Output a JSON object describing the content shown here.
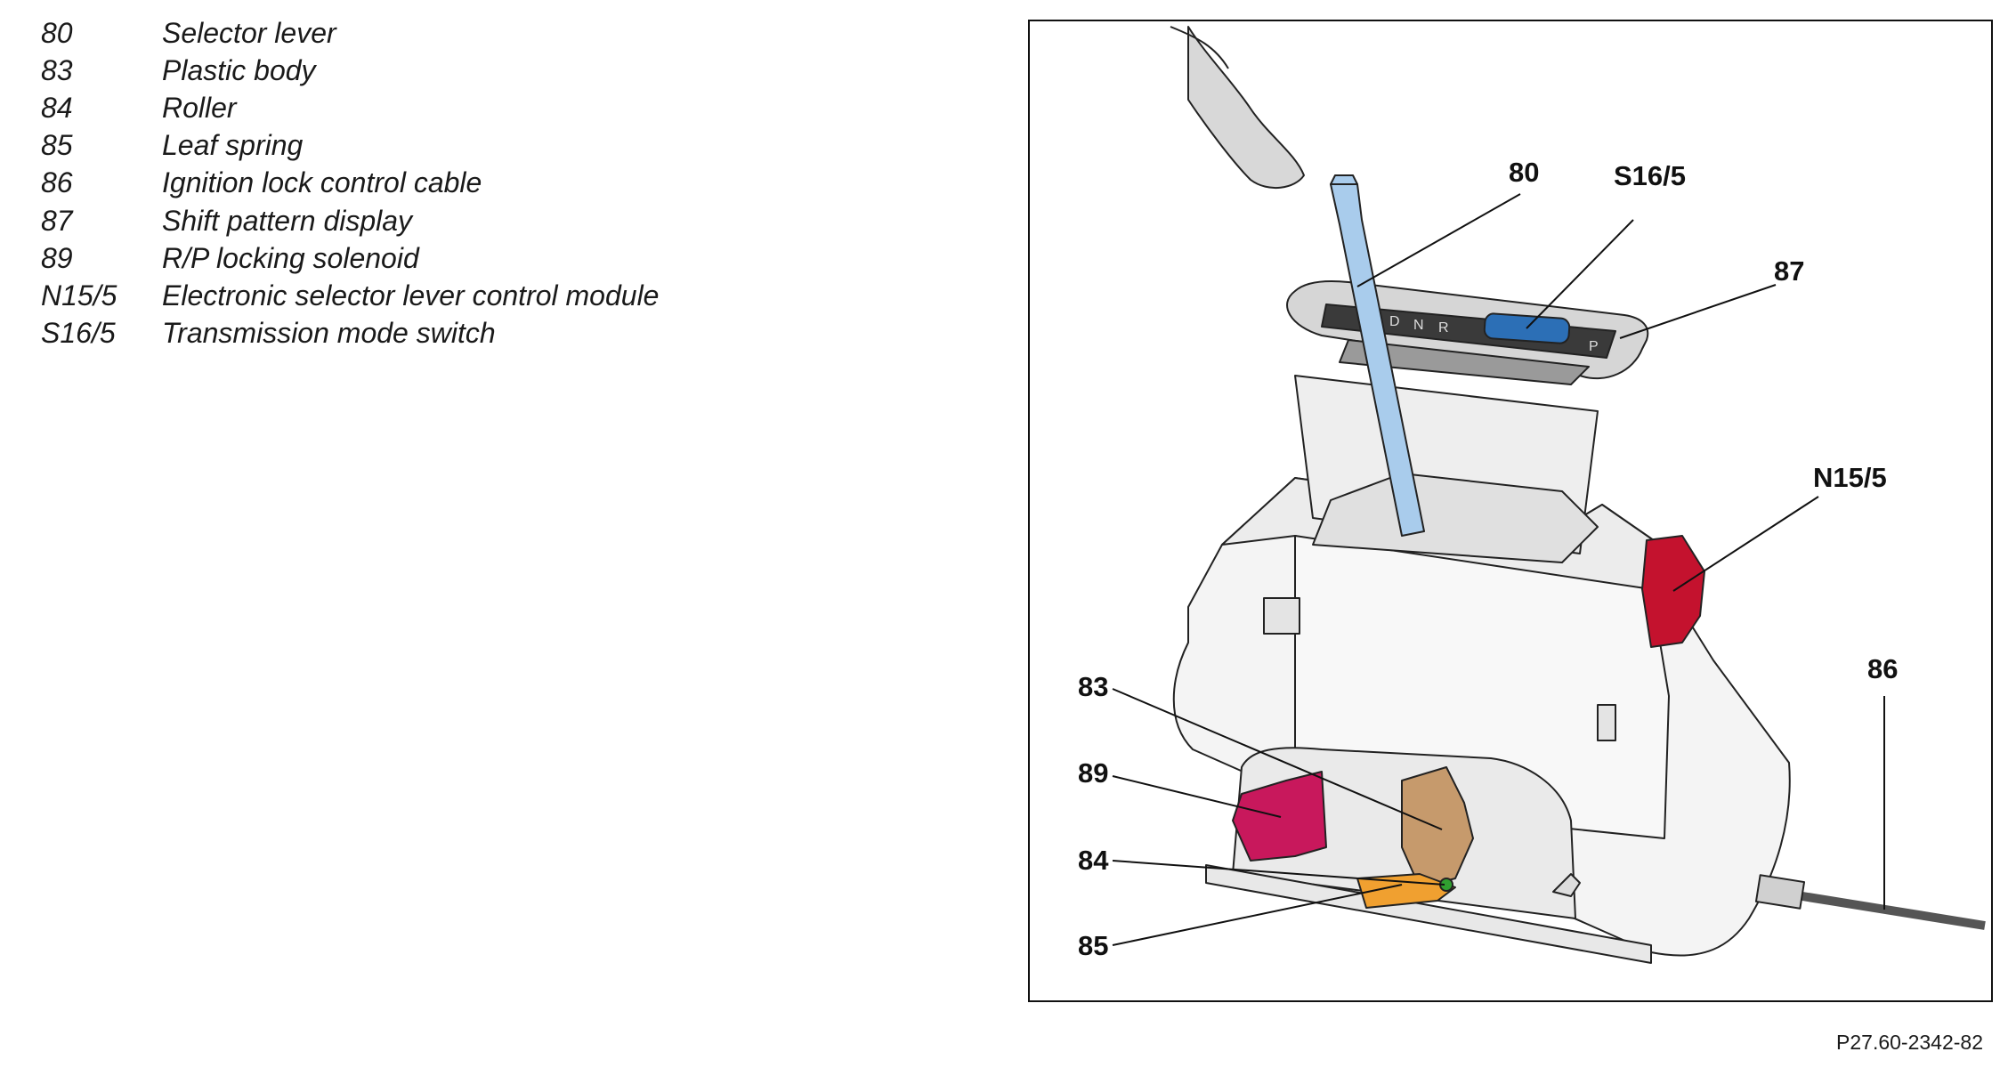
{
  "legend": [
    {
      "num": "80",
      "text": "Selector lever"
    },
    {
      "num": "83",
      "text": "Plastic body"
    },
    {
      "num": "84",
      "text": "Roller"
    },
    {
      "num": "85",
      "text": "Leaf spring"
    },
    {
      "num": "86",
      "text": "Ignition lock control cable"
    },
    {
      "num": "87",
      "text": "Shift pattern display"
    },
    {
      "num": "89",
      "text": "R/P locking solenoid"
    },
    {
      "num": "N15/5",
      "text": "Electronic selector lever control module"
    },
    {
      "num": "S16/5",
      "text": "Transmission mode switch"
    }
  ],
  "callouts": {
    "c80": "80",
    "cS16": "S16/5",
    "c87": "87",
    "cN15": "N15/5",
    "c86": "86",
    "c83": "83",
    "c89": "89",
    "c84": "84",
    "c85": "85"
  },
  "gear_letters": {
    "d": "D",
    "n": "N",
    "r": "R",
    "p": "P"
  },
  "figure_ref": "P27.60-2342-82",
  "colors": {
    "selector_lever": "#a9ccec",
    "mode_switch": "#2c6fb6",
    "control_module": "#c4122e",
    "locking_solenoid": "#c8185c",
    "plastic_body": "#c69a6c",
    "leaf_spring": "#f0a030",
    "roller": "#30a030"
  },
  "icons": [
    "gear-selector-assembly-drawing"
  ]
}
